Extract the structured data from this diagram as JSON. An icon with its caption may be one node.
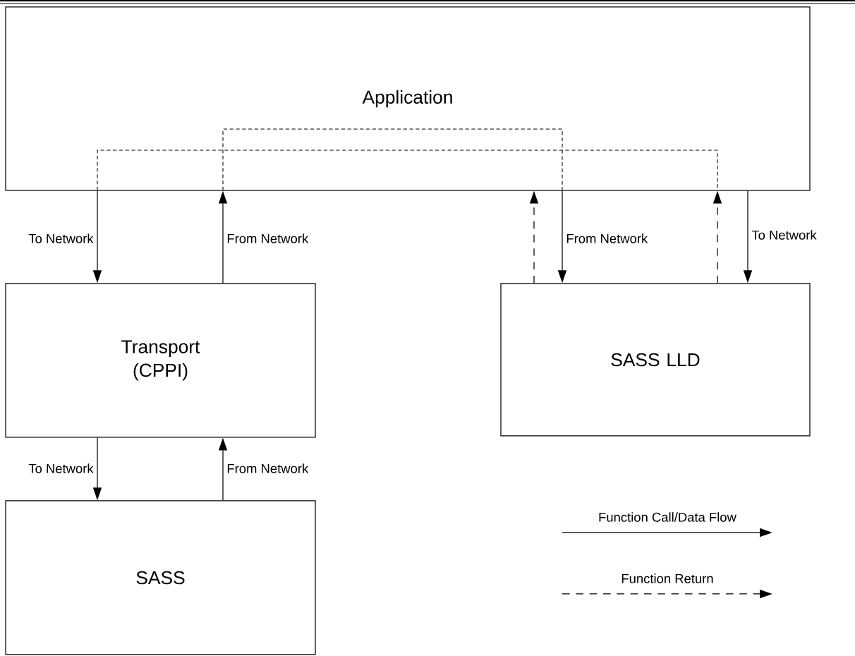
{
  "diagram": {
    "nodes": [
      {
        "text": [
          "Application"
        ]
      },
      {
        "text": [
          "Transport (CPPI)"
        ]
      },
      {
        "text": [
          "SASS LLD"
        ]
      },
      {
        "text": [
          "SASS"
        ]
      }
    ],
    "edges": [
      {
        "from": 0,
        "to": 1,
        "arrow": "to",
        "label": "To Network"
      },
      {
        "from": 1,
        "to": 0,
        "arrow": "to",
        "label": "From Network"
      },
      {
        "from": 2,
        "to": 0,
        "arrow": "to",
        "style": "dashed"
      },
      {
        "from": 0,
        "to": 2,
        "arrow": "to",
        "label": "From Network"
      },
      {
        "from": 2,
        "to": 0,
        "arrow": "to",
        "style": "dashed"
      },
      {
        "from": 0,
        "to": 2,
        "arrow": "to",
        "label": "To Network"
      },
      {
        "from": 1,
        "to": 3,
        "arrow": "to",
        "label": "To Network"
      },
      {
        "from": 3,
        "to": 1,
        "arrow": "to",
        "label": "From Network"
      }
    ],
    "legend": [
      {
        "text": "Function Call/Data Flow"
      },
      {
        "text": "Function Return"
      }
    ]
  }
}
